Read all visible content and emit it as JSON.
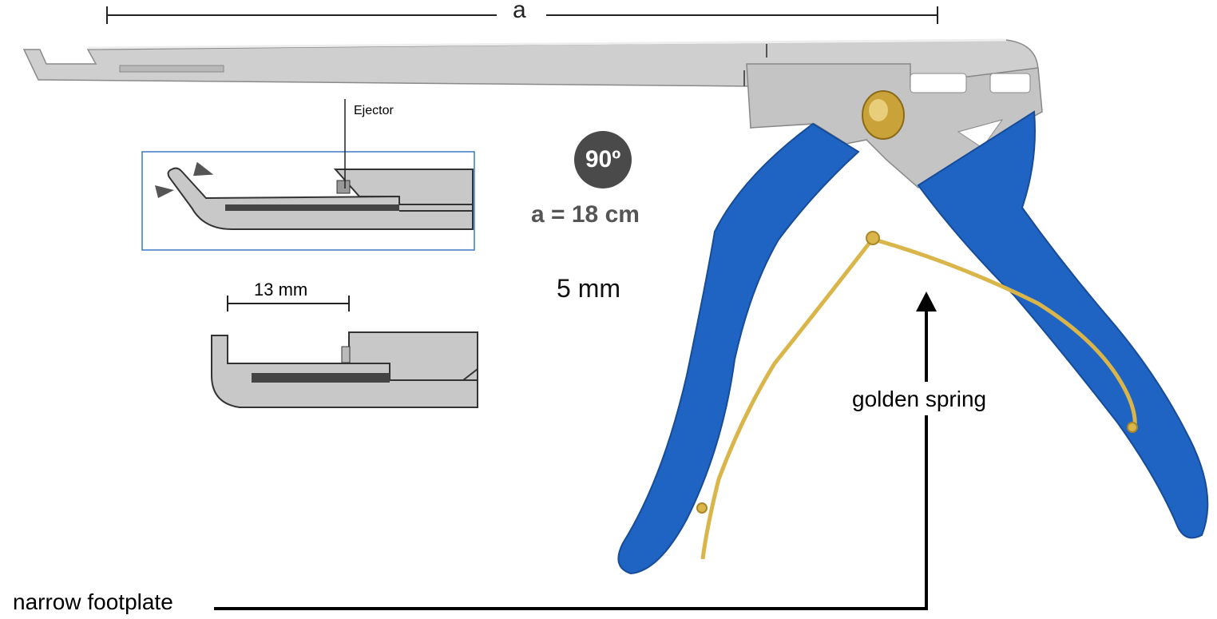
{
  "dimension_a": {
    "label": "a"
  },
  "callouts": {
    "ejector": "Ejector",
    "tip_length": "13 mm",
    "golden_spring": "golden spring",
    "narrow_footplate": "narrow footplate"
  },
  "specs": {
    "angle": "90º",
    "length": "a = 18 cm",
    "size": "5 mm"
  },
  "colors": {
    "handle_blue": "#1f63c3",
    "steel": "#c9c9c9",
    "spring_gold": "#d9b54a",
    "badge": "#4a4a4a"
  }
}
